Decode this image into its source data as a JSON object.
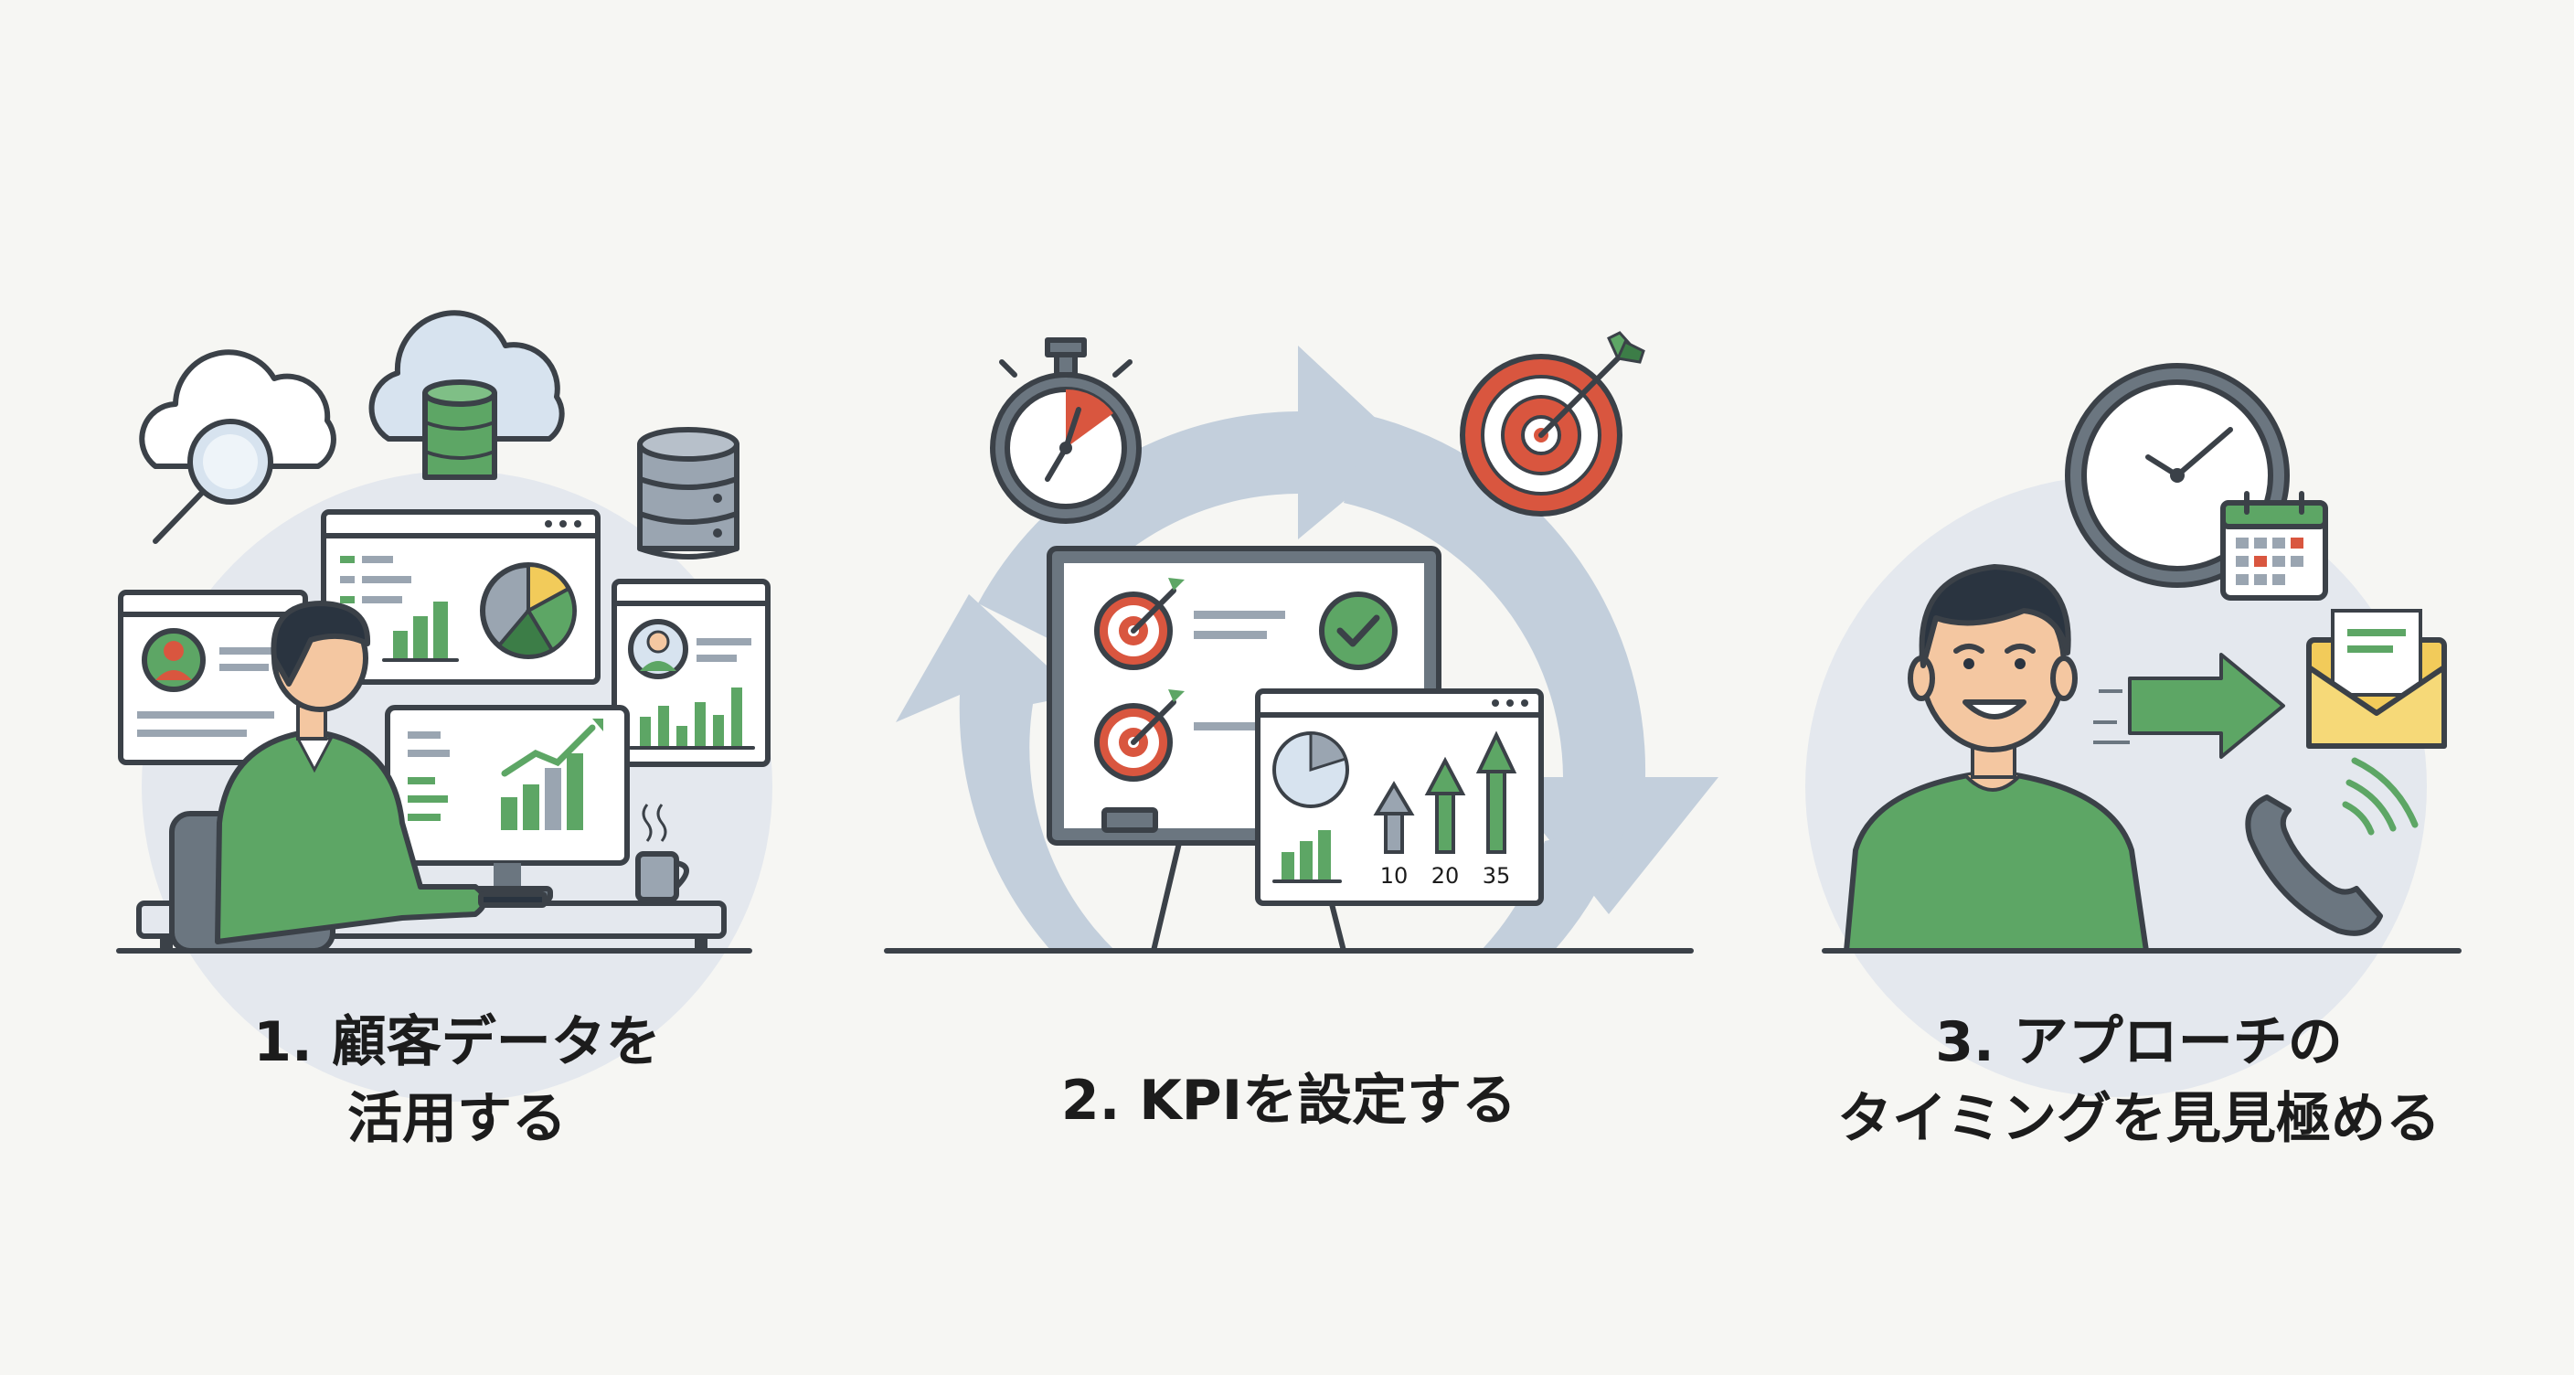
{
  "steps": [
    {
      "line1": "1. 顧客データを",
      "line2": "活用する"
    },
    {
      "line1": "2. KPIを設定する"
    },
    {
      "line1": "3. アプローチの",
      "line2": "タイミングを見見極める"
    }
  ],
  "kpi_chart_labels": [
    "10",
    "20",
    "35"
  ],
  "colors": {
    "green": "#5da665",
    "dark_green": "#3c7d47",
    "outline": "#3b4148",
    "slate": "#6b7680",
    "blue_arrow": "#c3cfdc",
    "halo": "#e4e8ee",
    "red": "#d9563f",
    "yellow": "#f2cb5a",
    "skin": "#f4c7a1",
    "hair": "#2a3440"
  },
  "icons": [
    "cloud-search-icon",
    "cloud-database-icon",
    "database-icon",
    "dashboard-pie-chart-icon",
    "profile-card-icon",
    "user-card-icon",
    "person-at-desk-icon",
    "coffee-mug-icon",
    "stopwatch-icon",
    "target-arrow-icon",
    "cycle-arrows-icon",
    "kpi-board-icon",
    "check-circle-icon",
    "growth-chart-icon",
    "clock-icon",
    "calendar-icon",
    "envelope-icon",
    "phone-icon",
    "smiling-man-icon",
    "right-arrow-icon"
  ]
}
